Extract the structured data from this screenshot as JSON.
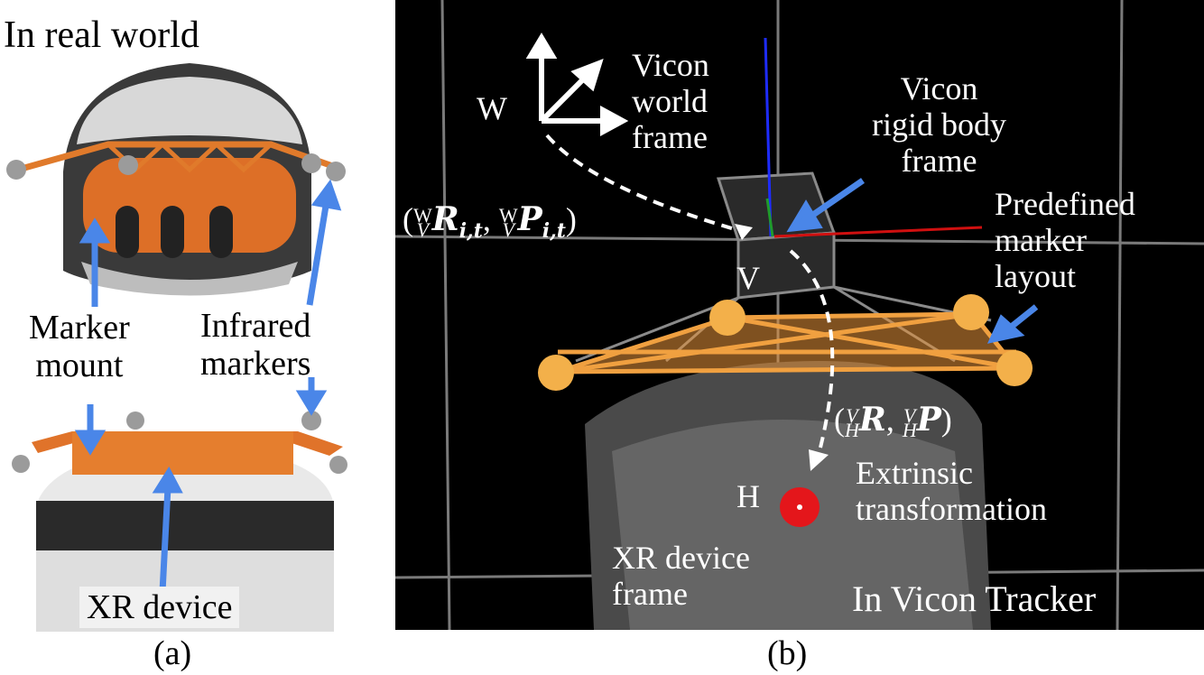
{
  "panel_a": {
    "title": "In real world",
    "marker_mount": [
      "Marker",
      "mount"
    ],
    "infrared_markers": [
      "Infrared",
      "markers"
    ],
    "xr_device": "XR device",
    "caption": "(a)"
  },
  "panel_b": {
    "world_axis": "W",
    "world_frame": [
      "Vicon",
      "world",
      "frame"
    ],
    "rigid_body_frame": [
      "Vicon",
      "rigid body",
      "frame"
    ],
    "transform_world": "(WVRi,t, WVPi,t)",
    "transform_world_parts": {
      "open": "(",
      "sup1": "W",
      "sub1": "V",
      "R": "R",
      "rsub": "i,t",
      "sep": ",",
      "sup2": "W",
      "sub2": "V",
      "P": "P",
      "psub": "i,t",
      "close": ")"
    },
    "v_label": "V",
    "marker_layout": [
      "Predefined",
      "marker",
      "layout"
    ],
    "transform_extrinsic": "(VHR, VHP)",
    "transform_extrinsic_parts": {
      "open": "(",
      "sup1": "V",
      "sub1": "H",
      "R": "R",
      "sep": ",",
      "sup2": "V",
      "sub2": "H",
      "P": "P",
      "close": ")"
    },
    "extrinsic_label": [
      "Extrinsic",
      "transformation"
    ],
    "h_label": "H",
    "xr_frame": [
      "XR device",
      "frame"
    ],
    "tracker_title": "In Vicon Tracker",
    "caption": "(b)"
  },
  "colors": {
    "arrow_blue": "#4a86e8",
    "marker_orange": "#e8943a",
    "mount_orange": "#e0732a",
    "red_dot": "#e4161b",
    "axis_blue": "#1e2cff",
    "axis_red": "#d01010",
    "axis_green": "#1f9b2c"
  }
}
